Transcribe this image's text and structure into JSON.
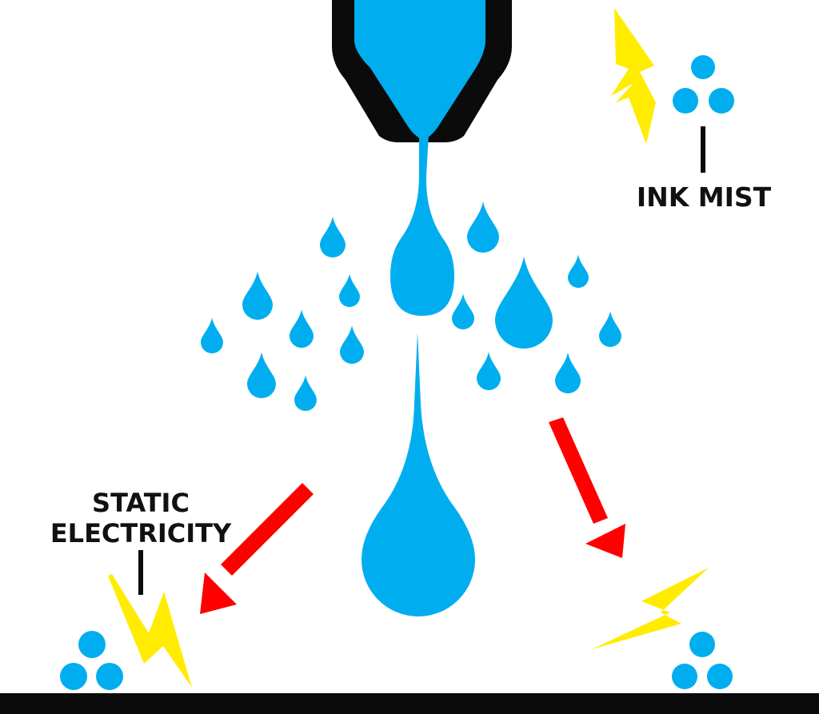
{
  "labels": {
    "ink_mist": "INK MIST",
    "static_line1": "STATIC",
    "static_line2": "ELECTRICITY"
  },
  "colors": {
    "ink": "#00aeef",
    "nozzle": "#0b0b0b",
    "arrow": "#ff0000",
    "lightning": "#ffec00",
    "ground": "#0b0b0b",
    "text": "#111111"
  },
  "icons": {
    "nozzle": "printhead-nozzle-icon",
    "droplet": "ink-droplet-icon",
    "lightning": "lightning-bolt-icon",
    "mist": "ink-mist-cluster-icon",
    "arrow": "down-arrow-icon"
  }
}
